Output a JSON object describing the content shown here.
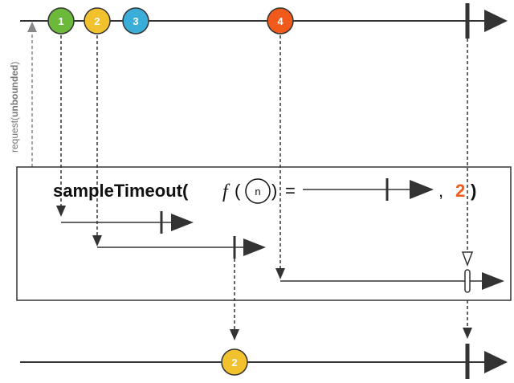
{
  "request_label": {
    "prefix": "request(",
    "bold": "unbounded",
    "suffix": ")"
  },
  "operator": {
    "name": "sampleTimeout(",
    "f": "f",
    "open_paren": "(",
    "param": "n",
    "close_paren": ")",
    "equals": "=",
    "comma": ",",
    "count": "2",
    "final_paren": ")"
  },
  "source_marbles": [
    {
      "label": "1",
      "color": "#6bb83a"
    },
    {
      "label": "2",
      "color": "#f2c12e"
    },
    {
      "label": "3",
      "color": "#3aaed8"
    },
    {
      "label": "4",
      "color": "#f05a1a"
    }
  ],
  "output_marbles": [
    {
      "label": "2",
      "color": "#f2c12e"
    }
  ],
  "colors": {
    "line": "#333333",
    "count": "#f05a1a",
    "dashed": "#333333",
    "request": "#888888"
  }
}
